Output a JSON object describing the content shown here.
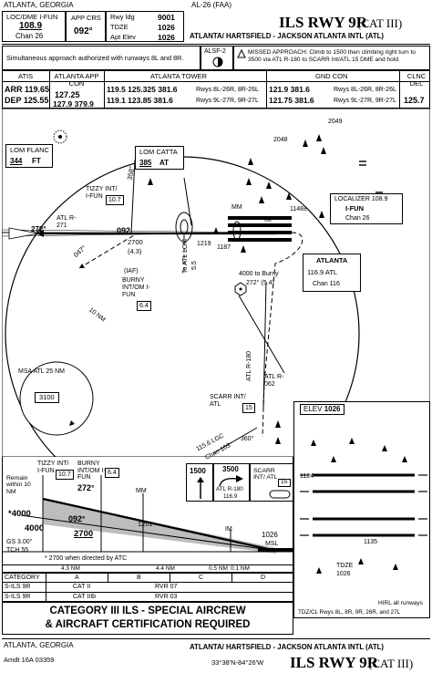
{
  "header": {
    "city": "ATLANTA, GEORGIA",
    "procedure_id": "AL-26 (FAA)",
    "loc_label": "LOC/DME I-FUN",
    "loc_freq": "108.9",
    "loc_chan": "Chan 26",
    "app_crs_label": "APP CRS",
    "app_crs": "092°",
    "rwy_ldg_label": "Rwy ldg",
    "rwy_ldg": "9001",
    "tdze_label": "TDZE",
    "tdze": "1026",
    "apt_elev_label": "Apt Elev",
    "apt_elev": "1026",
    "title_main": "ILS RWY 9R",
    "title_cat": "(CAT III)",
    "airport": "ATLANTA/ HARTSFIELD - JACKSON ATLANTA INTL (ATL)",
    "note_simul": "Simultaneous approach authorized with runways 8L and 8R.",
    "alsf": "ALSF-2",
    "missed_approach": "MISSED APPROACH: Climb to 1500 then climbing right turn to 3500 via ATL R-180 to SCARR Int/ATL 15 DME and hold."
  },
  "comms": {
    "atis_label": "ATIS",
    "atis_arr": "ARR 119.65",
    "atis_dep": "DEP 125.55",
    "app_label": "ATLANTA APP CON",
    "app1": "127.25",
    "app2": "127.9 379.9",
    "twr_label": "ATLANTA TOWER",
    "twr1": "119.5 125.325 381.6",
    "twr1_note": "Rwys 8L-26R, 8R-26L",
    "twr2": "119.1 123.85 381.6",
    "twr2_note": "Rwys 9L-27R, 9R-27L",
    "gnd_label": "GND CON",
    "gnd1": "121.9 381.6",
    "gnd1_note": "Rwys 8L-26R, 8R-26L",
    "gnd2": "121.75 381.6",
    "gnd2_note": "Rwys 9L-27R, 9R-27L",
    "clnc_label": "CLNC DEL",
    "clnc": "125.7"
  },
  "plan": {
    "lom_flanc": "LOM FLANC",
    "lom_flanc_freq": "344",
    "lom_flanc_id": "FT",
    "lom_catta": "LOM CATTA",
    "lom_catta_freq": "385",
    "lom_catta_id": "AT",
    "tizzy": "TIZZY INT/ I-FUN",
    "tizzy_dme": "10.7",
    "atl_r271": "ATL R-271",
    "crs_272": "272°",
    "crs_092": "092",
    "crs_047": "047°",
    "crs_358": "358°",
    "alt_2700": "2700",
    "dist_43": "(4.3)",
    "iaf": "(IAF)",
    "burny": "BURNY INT/OM I-FUN",
    "burny_dme": "6.4",
    "to_atl_lom": "To ATL LOM",
    "to_atl_val": "5.5",
    "to_burny": "4000 to Burny",
    "to_burny_crs": "272° (5.4)",
    "nm10": "10 NM",
    "mm": "MM",
    "im": "IM",
    "elev_1219": "1219",
    "elev_1187": "1187",
    "elev_1148": "1148±",
    "elev_2048": "2048",
    "elev_2049": "2049",
    "loc_box_title": "LOCALIZER 108.9",
    "loc_box_id": "I-FUN",
    "loc_box_chan": "Chan 26",
    "vortac_name": "ATLANTA",
    "vortac_freq": "116.9 ATL",
    "vortac_chan": "Chan 116",
    "atl_r062": "ATL R-062",
    "atl_r180": "ATL R-180",
    "scarr": "SCARR INT/ ATL",
    "scarr_dme": "15",
    "lgc": "115.6 LGC",
    "lgc_chan": "Chan 103",
    "lgc_crs": "360°",
    "msa_label": "MSA ATL 25 NM",
    "msa_alt": "3100"
  },
  "profile": {
    "tizzy": "TIZZY INT/ I-FUN",
    "tizzy_dme": "10.7",
    "burny": "BURNY INT/OM I-FUN",
    "burny_dme": "6.4",
    "remain": "Remain within 10 NM",
    "alt_4000a": "4000",
    "alt_4000b": "4000",
    "alt_2700": "2700",
    "crs_272": "272°",
    "crs_092": "092°",
    "mm": "MM",
    "im": "IM",
    "alt_1201": "1201",
    "alt_1026": "1026",
    "msl": "MSL",
    "gs": "GS 3.00°",
    "tch": "TCH 55",
    "note_2700": "2700 when directed by ATC",
    "seg1": "4.3 NM",
    "seg2": "4.4 NM",
    "seg3": "0.5 NM",
    "seg4": "0.1 NM",
    "mis_alt1": "1500",
    "mis_alt2": "3500",
    "mis_atl": "ATL R-180",
    "mis_freq": "116.9",
    "scarr": "SCARR INT/ ATL",
    "scarr_dme": "15"
  },
  "minimums": {
    "category_label": "CATEGORY",
    "cats": [
      "A",
      "B",
      "C",
      "D"
    ],
    "rows": [
      {
        "name": "S-ILS 9R",
        "cat": "CAT II",
        "rvr": "RVR 07"
      },
      {
        "name": "S-ILS 9R",
        "cat": "CAT IIIb",
        "rvr": "RVR 03"
      }
    ],
    "category_note_1": "CATEGORY III ILS - SPECIAL AIRCREW",
    "category_note_2": "& AIRCRAFT CERTIFICATION REQUIRED"
  },
  "airport_sketch": {
    "elev_label": "ELEV",
    "elev": "1026",
    "hirl": "HIRL all runways",
    "tdz": "TDZ/CL Rwys 8L, 8R, 9R, 26R, and 27L",
    "tdze_label": "TDZE",
    "tdze": "1026",
    "elev_1124": "1124",
    "elev_1135": "1135"
  },
  "footer": {
    "city": "ATLANTA, GEORGIA",
    "amdt": "Amdt 16A 03359",
    "airport": "ATLANTA/ HARTSFIELD - JACKSON ATLANTA INTL (ATL)",
    "coords": "33°38'N-84°26'W",
    "title_main": "ILS RWY 9R",
    "title_cat": "(CAT III)"
  },
  "colors": {
    "ink": "#000000",
    "paper": "#ffffff",
    "shade": "#bdbdbd"
  }
}
